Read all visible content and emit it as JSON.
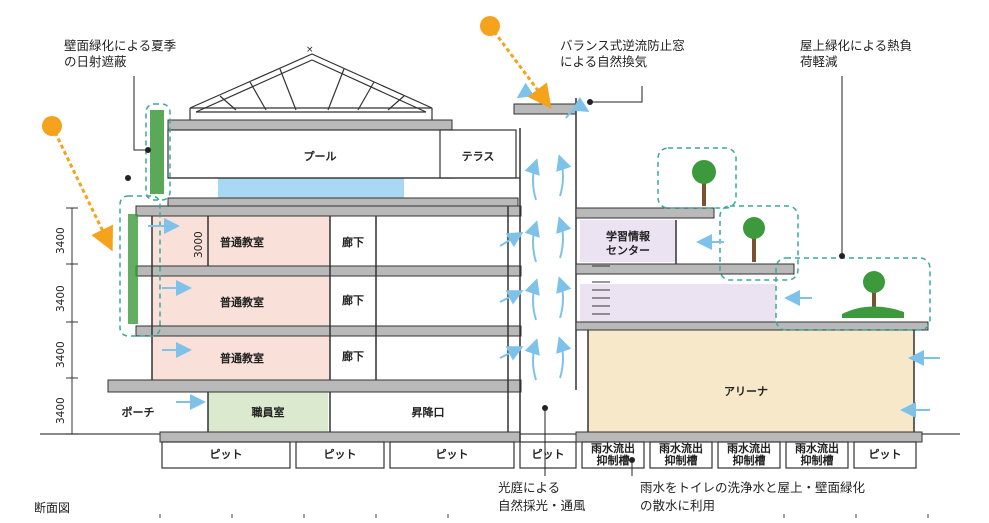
{
  "caption": "断面図",
  "callouts": {
    "wall_green": [
      "壁面緑化による夏季",
      "の日射遮蔽"
    ],
    "window": [
      "バランス式逆流防止窓",
      "による自然換気"
    ],
    "roof_green": [
      "屋上緑化による熱負",
      "荷軽減"
    ],
    "courtyard": [
      "光庭による",
      "自然採光・通風"
    ],
    "rainwater": [
      "雨水をトイレの洗浄水と屋上・壁面緑化",
      "の散水に利用"
    ]
  },
  "rooms": {
    "pool": "プール",
    "terrace": "テラス",
    "classroom": "普通教室",
    "corridor": "廊下",
    "staff": "職員室",
    "porch": "ポーチ",
    "entrance": "昇降口",
    "learning": [
      "学習情報",
      "センター"
    ],
    "arena": "アリーナ"
  },
  "pits": {
    "pit": "ピット",
    "rain_tank": [
      "雨水流出",
      "抑制槽"
    ]
  },
  "dimensions": {
    "floor_height": "3400",
    "ceiling_height": "3000"
  },
  "colors": {
    "classroom": "#f9e0d8",
    "staff": "#dbe9cf",
    "learning": "#ece3f2",
    "arena": "#f7e8c9",
    "pool_water": "#a9d8f5",
    "airflow": "#7ec2ea",
    "sun": "#f5a21d",
    "green": "#3c9a3c",
    "dashed": "#3aa99a",
    "slab": "#b9b9b9"
  }
}
